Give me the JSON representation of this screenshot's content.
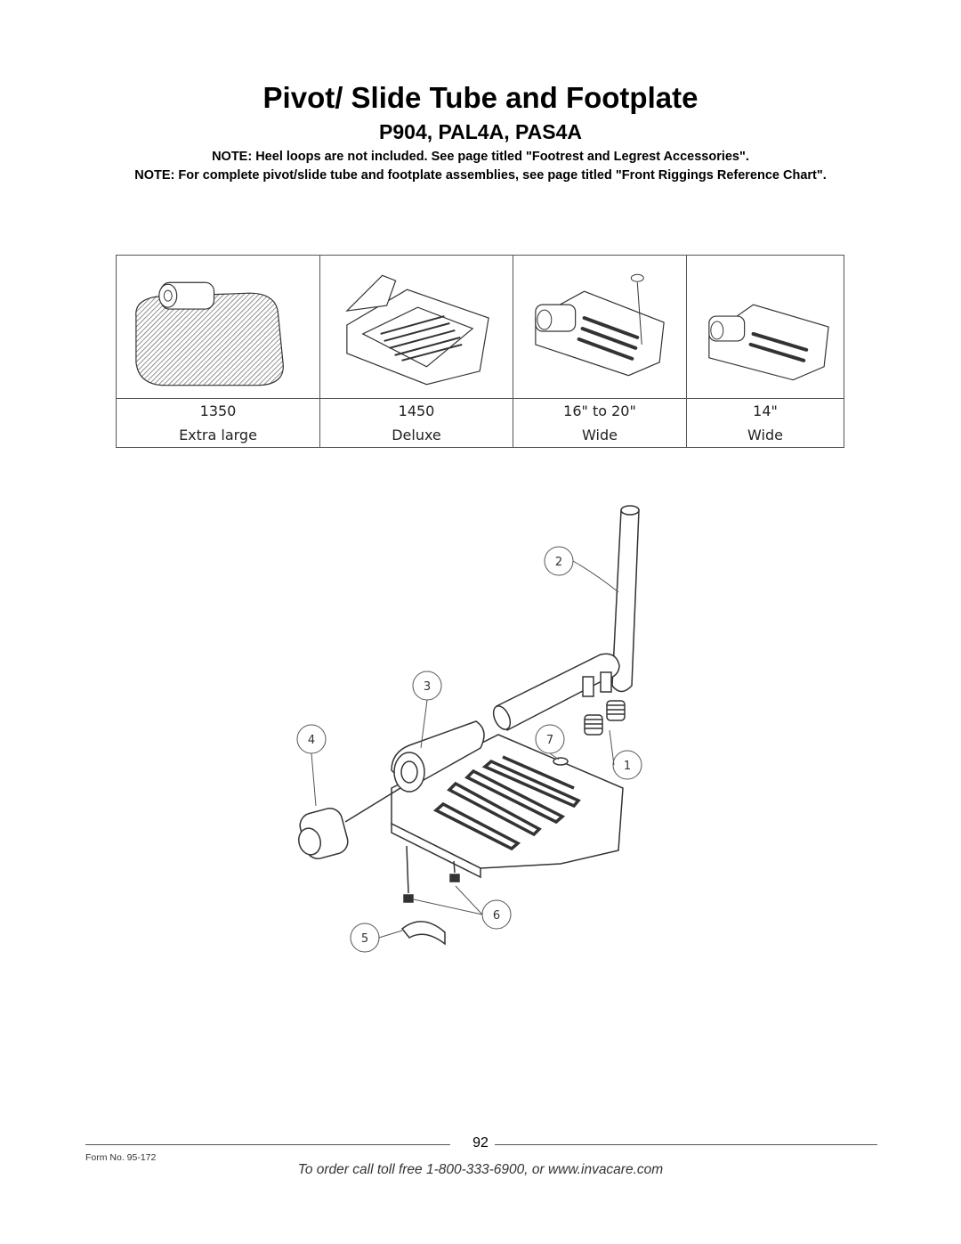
{
  "header": {
    "title": "Pivot/ Slide Tube and Footplate",
    "subtitle": "P904, PAL4A, PAS4A"
  },
  "notes": [
    "NOTE: Heel loops are not included. See page titled \"Footrest and Legrest Accessories\".",
    "NOTE: For complete pivot/slide tube and footplate assemblies, see page titled \"Front Riggings Reference Chart\"."
  ],
  "footplate_table": [
    {
      "code": "1350",
      "desc": "Extra large",
      "icon": "footplate-extra-large-drawing"
    },
    {
      "code": "1450",
      "desc": "Deluxe",
      "icon": "footplate-deluxe-drawing"
    },
    {
      "code": "16\" to 20\"",
      "desc": "Wide",
      "icon": "footplate-wide-16-20-drawing"
    },
    {
      "code": "14\"",
      "desc": "Wide",
      "icon": "footplate-wide-14-drawing"
    }
  ],
  "diagram": {
    "callouts": [
      "1",
      "2",
      "3",
      "4",
      "5",
      "6",
      "7"
    ]
  },
  "footer": {
    "page_number": "92",
    "form_no": "Form No.  95-172",
    "order_text": "To order call toll free 1-800-333-6900, or www.invacare.com"
  }
}
